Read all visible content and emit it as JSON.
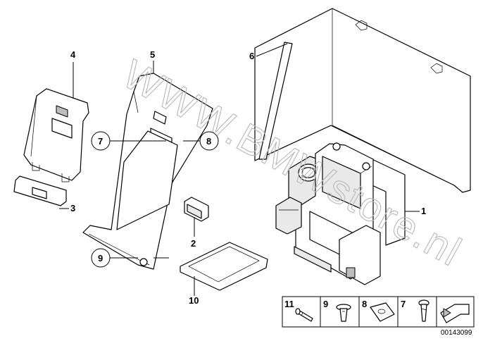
{
  "watermark": "WWW.BMWstore.nl",
  "parts": {
    "p1": "1",
    "p2": "2",
    "p3": "3",
    "p4": "4",
    "p5": "5",
    "p6": "6",
    "p7": "7",
    "p8": "8",
    "p9": "9",
    "p10": "10"
  },
  "legend": {
    "cell_11": "11",
    "cell_9": "9",
    "cell_8": "8",
    "cell_7": "7",
    "arrow_icon": "arrow-icon"
  },
  "reference_number": "00143099"
}
